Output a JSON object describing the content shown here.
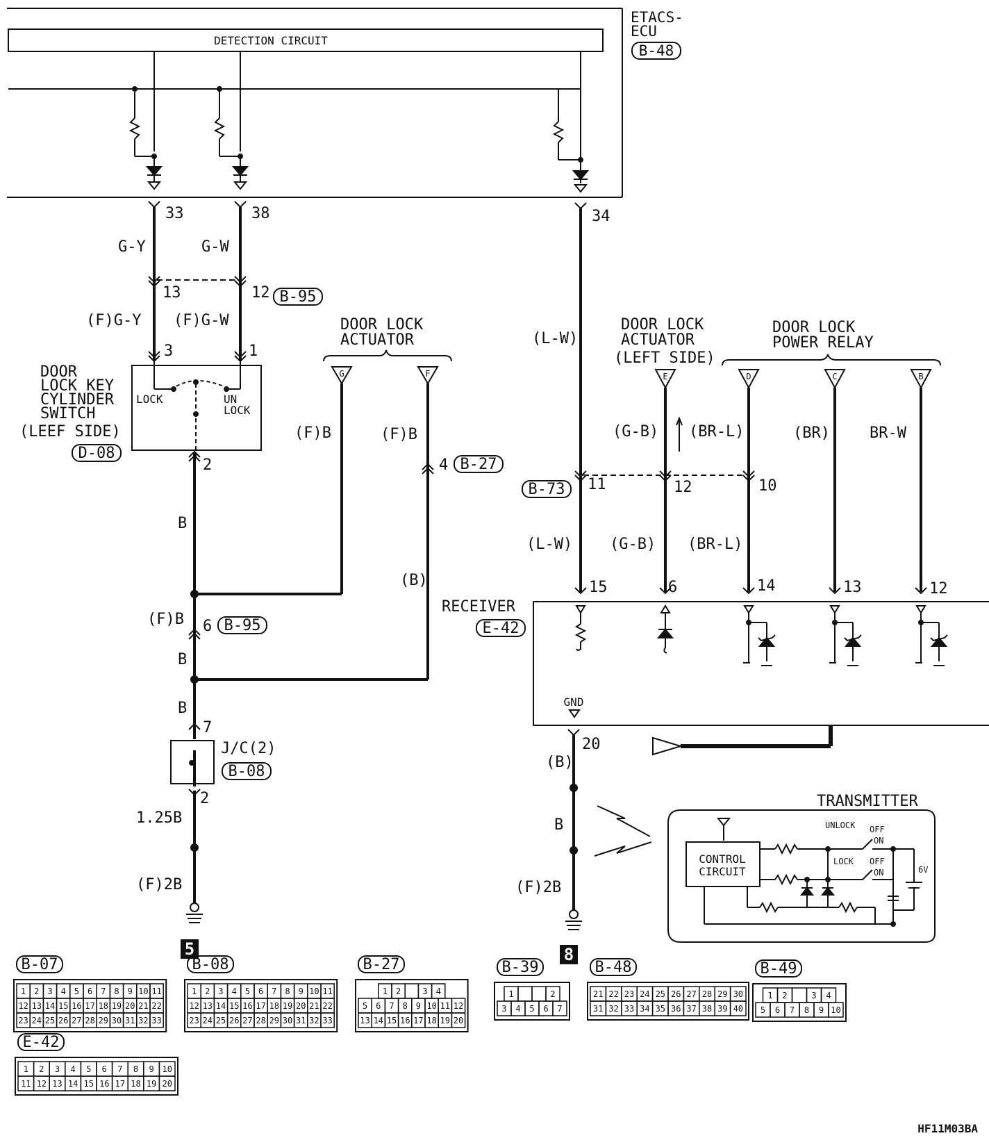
{
  "ecu": {
    "name_line1": "ETACS-",
    "name_line2": "ECU",
    "connector": "B-48",
    "detection_circuit": "DETECTION CIRCUIT"
  },
  "ecu_pins": {
    "p33": "33",
    "p38": "38",
    "p34": "34"
  },
  "wires": {
    "gy": "G-Y",
    "gw": "G-W",
    "f_gy": "(F)G-Y",
    "f_gw": "(F)G-W",
    "f_b_left": "(F)B",
    "f_b_right": "(F)B",
    "b1": "B",
    "f_b_mid": "(F)B",
    "b2": "B",
    "b3": "B",
    "b_paren": "(B)",
    "b125": "1.25B",
    "f2b_left": "(F)2B",
    "lw_top": "(L-W)",
    "gb_top": "(G-B)",
    "brl_top": "(BR-L)",
    "br_top": "(BR)",
    "brw_top": "BR-W",
    "lw_bot": "(L-W)",
    "gb_bot": "(G-B)",
    "brl_bot": "(BR-L)",
    "b_gnd": "(B)",
    "b_gnd2": "B",
    "f2b_right": "(F)2B"
  },
  "junction_b95_top": {
    "pin13": "13",
    "pin12": "12",
    "connector": "B-95"
  },
  "key_switch": {
    "line1": "DOOR",
    "line2": "LOCK KEY",
    "line3": "CYLINDER",
    "line4": "SWITCH",
    "line5": "(LEEF SIDE)",
    "connector": "D-08",
    "lock": "LOCK",
    "unlock1": "UN",
    "unlock2": "LOCK",
    "pin3": "3",
    "pin1": "1",
    "pin2": "2"
  },
  "actuator_mid": {
    "line1": "DOOR LOCK",
    "line2": "ACTUATOR",
    "term_g": "G",
    "term_f": "F",
    "pin4": "4",
    "connector": "B-27"
  },
  "junction_b95_bottom": {
    "pin6": "6",
    "connector": "B-95"
  },
  "jc": {
    "label": "J/C(2)",
    "connector": "B-08",
    "pin7": "7",
    "pin2": "2"
  },
  "ground_left": {
    "number": "5"
  },
  "actuator_left": {
    "line1": "DOOR LOCK",
    "line2": "ACTUATOR",
    "line3": "(LEFT SIDE)",
    "term_e": "E"
  },
  "power_relay": {
    "line1": "DOOR LOCK",
    "line2": "POWER RELAY",
    "term_d": "D",
    "term_c": "C",
    "term_b": "B"
  },
  "junction_b73": {
    "connector": "B-73",
    "pin11": "11",
    "pin12": "12",
    "pin10": "10"
  },
  "receiver": {
    "name": "RECEIVER",
    "connector": "E-42",
    "pin15": "15",
    "pin6": "6",
    "pin14": "14",
    "pin13": "13",
    "pin12": "12",
    "gnd": "GND",
    "pin20": "20"
  },
  "ground_right": {
    "number": "8"
  },
  "transmitter": {
    "title": "TRANSMITTER",
    "control1": "CONTROL",
    "control2": "CIRCUIT",
    "unlock": "UNLOCK",
    "lock": "LOCK",
    "off1": "OFF",
    "on1": "ON",
    "off2": "OFF",
    "on2": "ON",
    "battery": "6V"
  },
  "connectors": [
    {
      "name": "B-07",
      "rows": [
        [
          "1",
          "2",
          "3",
          "4",
          "5",
          "6",
          "7",
          "8",
          "9",
          "10",
          "11"
        ],
        [
          "12",
          "13",
          "14",
          "15",
          "16",
          "17",
          "18",
          "19",
          "20",
          "21",
          "22"
        ],
        [
          "23",
          "24",
          "25",
          "26",
          "27",
          "28",
          "29",
          "30",
          "31",
          "32",
          "33"
        ]
      ]
    },
    {
      "name": "B-08",
      "rows": [
        [
          "1",
          "2",
          "3",
          "4",
          "5",
          "6",
          "7",
          "8",
          "9",
          "10",
          "11"
        ],
        [
          "12",
          "13",
          "14",
          "15",
          "16",
          "17",
          "18",
          "19",
          "20",
          "21",
          "22"
        ],
        [
          "23",
          "24",
          "25",
          "26",
          "27",
          "28",
          "29",
          "30",
          "31",
          "32",
          "33"
        ]
      ]
    },
    {
      "name": "B-27",
      "rows": [
        [
          "1",
          "2",
          "",
          "3",
          "4"
        ],
        [
          "5",
          "6",
          "7",
          "8",
          "9",
          "10",
          "11",
          "12"
        ],
        [
          "13",
          "14",
          "15",
          "16",
          "17",
          "18",
          "19",
          "20"
        ]
      ]
    },
    {
      "name": "B-39",
      "rows": [
        [
          "1",
          "",
          "",
          "2"
        ],
        [
          "3",
          "4",
          "5",
          "6",
          "7"
        ]
      ]
    },
    {
      "name": "B-48",
      "rows": [
        [
          "21",
          "22",
          "23",
          "24",
          "25",
          "26",
          "27",
          "28",
          "29",
          "30"
        ],
        [
          "31",
          "32",
          "33",
          "34",
          "35",
          "36",
          "37",
          "38",
          "39",
          "40"
        ]
      ]
    },
    {
      "name": "B-49",
      "rows": [
        [
          "1",
          "2",
          "",
          "3",
          "4"
        ],
        [
          "5",
          "6",
          "7",
          "8",
          "9",
          "10"
        ]
      ]
    },
    {
      "name": "E-42",
      "rows": [
        [
          "1",
          "2",
          "3",
          "4",
          "5",
          "6",
          "7",
          "8",
          "9",
          "10"
        ],
        [
          "11",
          "12",
          "13",
          "14",
          "15",
          "16",
          "17",
          "18",
          "19",
          "20"
        ]
      ]
    }
  ],
  "figure_code": "HF11M03BA"
}
